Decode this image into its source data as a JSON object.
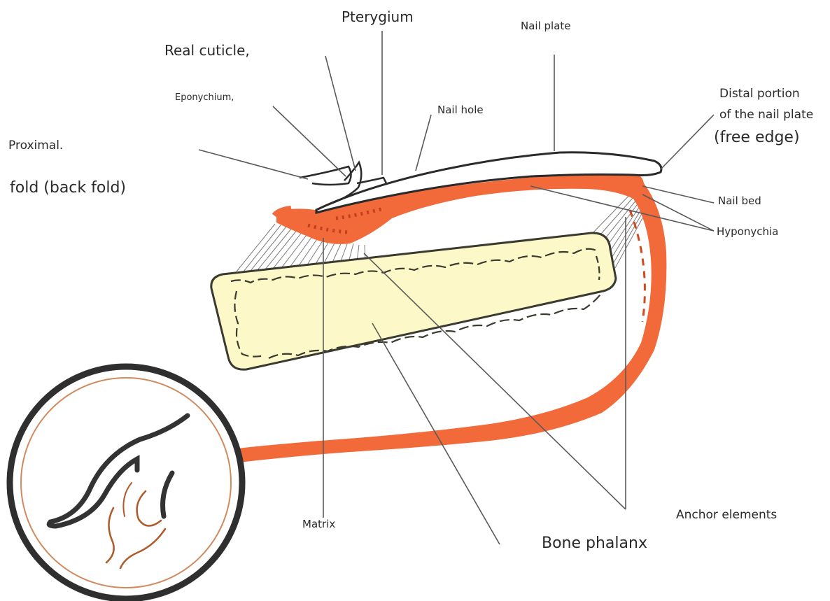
{
  "labels": {
    "pterygium": "Pterygium",
    "nail_plate": "Nail plate",
    "real_cuticle": "Real cuticle,",
    "eponychium": "Eponychium,",
    "nail_hole": "Nail hole",
    "distal_portion": "Distal portion",
    "of_the_nail_plate": "of the nail plate",
    "free_edge": "(free edge)",
    "proximal": "Proximal.",
    "fold_back_fold": "fold (back fold)",
    "nail_bed": "Nail bed",
    "hyponychia": "Hyponychia",
    "matrix": "Matrix",
    "anchor_elements": "Anchor elements",
    "bone_phalanx": "Bone phalanx"
  },
  "colors": {
    "tissue_orange": "#f26a3a",
    "bone_fill": "#fdf8c8",
    "bone_outline": "#3a3a30",
    "line": "#555555",
    "nail_plate_fill": "#ffffff",
    "inset_ring": "#2f2f2f",
    "inset_inner_ring": "#d08a60"
  },
  "inset": {
    "icon": "finger-silhouette-icon"
  }
}
